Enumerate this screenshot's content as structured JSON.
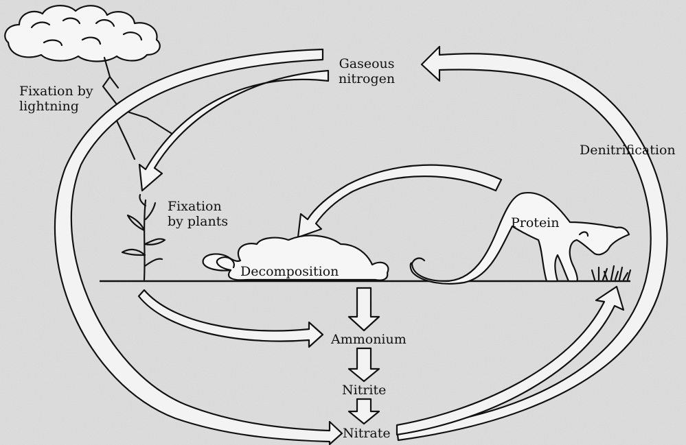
{
  "labels": {
    "gaseous_nitrogen": "Gaseous\nnitrogen",
    "fixation_lightning": "Fixation by\nlightning",
    "fixation_plants": "Fixation\nby plants",
    "denitrification": "Denitrification",
    "protein": "Protein",
    "decomposition": "Decomposition",
    "ammonium": "Ammonium",
    "nitrite": "Nitrite",
    "nitrate": "Nitrate"
  },
  "colors": {
    "background": "#dedede",
    "ink": "#111111",
    "arrow_fill": "#f3f3f3"
  }
}
